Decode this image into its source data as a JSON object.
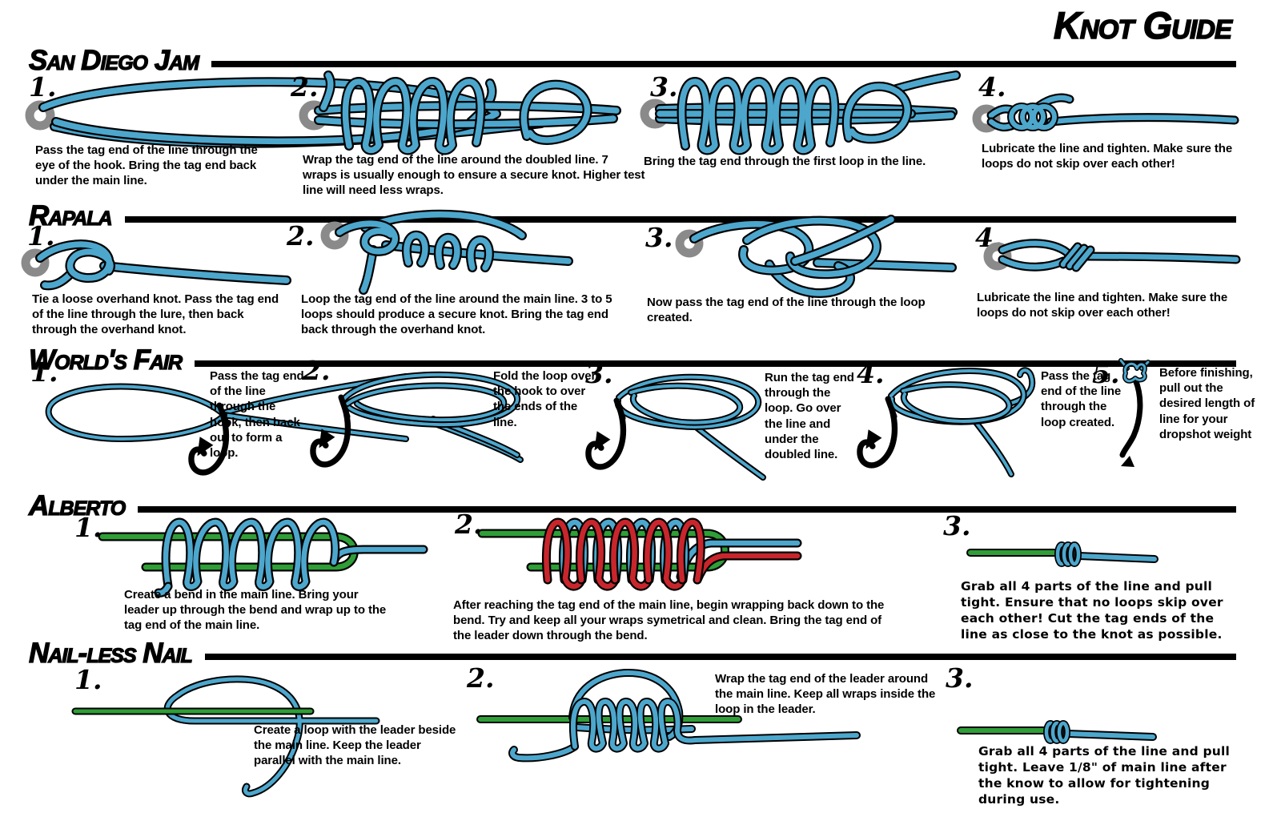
{
  "title": "Knot Guide",
  "colors": {
    "line_blue": "#4da7cd",
    "line_green": "#2f9e37",
    "line_red": "#c8262c",
    "eye_gray": "#8a8a8a",
    "ink": "#000000"
  },
  "icons": {
    "hook_eye": "gray ring (lure / hook eye)",
    "fish_hook": "black fishing hook with arrowhead barb"
  },
  "sections": [
    {
      "name": "San Diego Jam",
      "steps": [
        {
          "num": "1.",
          "text": "Pass the tag end of the line through the eye of the hook. Bring the tag end back under the main line."
        },
        {
          "num": "2.",
          "text": "Wrap the tag end of the line around the doubled line. 7 wraps is usually enough to ensure a secure knot. Higher test line will need less wraps."
        },
        {
          "num": "3.",
          "text": "Bring the tag end through the first loop in the line."
        },
        {
          "num": "4.",
          "text": "Lubricate the line and tighten. Make sure the loops do not skip over each other!"
        }
      ]
    },
    {
      "name": "Rapala",
      "steps": [
        {
          "num": "1.",
          "text": "Tie a loose overhand knot. Pass the tag end of the line through the lure, then back through the overhand knot."
        },
        {
          "num": "2.",
          "text": "Loop the tag end of the line around the main line. 3 to 5 loops should produce a secure knot. Bring the tag end back through the overhand knot."
        },
        {
          "num": "3.",
          "text": "Now pass the tag end of the line through the loop created."
        },
        {
          "num": "4.",
          "text": "Lubricate the line and tighten. Make sure the loops do not skip over each other!"
        }
      ]
    },
    {
      "name": "World's Fair",
      "steps": [
        {
          "num": "1.",
          "text": "Pass the tag end of the line through the hook, then back out to form a loop."
        },
        {
          "num": "2.",
          "text": "Fold the loop over the hook to over the ends of the line."
        },
        {
          "num": "3.",
          "text": "Run the tag end through the loop. Go over the line and under the doubled line."
        },
        {
          "num": "4.",
          "text": "Pass the tag end of the line through the loop created."
        },
        {
          "num": "5.",
          "text": "Before finishing, pull out the desired length of line for your dropshot weight"
        }
      ]
    },
    {
      "name": "Alberto",
      "steps": [
        {
          "num": "1.",
          "text": "Create a bend in the main line. Bring your leader up through the bend and wrap up to the tag end of the main line."
        },
        {
          "num": "2.",
          "text": "After reaching the tag end of the main line, begin wrapping back down to the bend. Try and keep all your wraps symetrical and clean. Bring the tag end of the leader down through the bend."
        },
        {
          "num": "3.",
          "text": "Grab all 4 parts of the line and pull tight. Ensure that no loops skip over each other! Cut the tag ends of the line as close to the knot as possible."
        }
      ]
    },
    {
      "name": "Nail-less Nail",
      "steps": [
        {
          "num": "1.",
          "text": "Create a loop with the leader beside the main line. Keep the leader parallel with the main line."
        },
        {
          "num": "2.",
          "text": "Wrap the tag end of the leader around the main line. Keep all wraps inside the loop in the leader."
        },
        {
          "num": "3.",
          "text": "Grab all 4 parts of the line and pull tight. Leave 1/8\" of main line after the know to allow for tightening during use."
        }
      ]
    }
  ]
}
